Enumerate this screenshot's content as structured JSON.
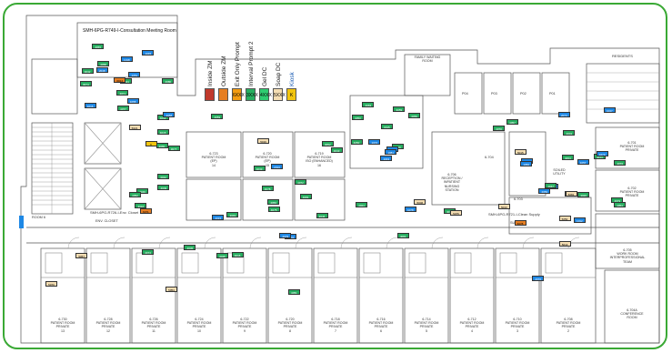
{
  "header": {
    "meeting_room_label": "SMH-6PG-R749-I-Consultation Meeting Room"
  },
  "legend": [
    {
      "code": "",
      "label": "Inside ZM",
      "color": "#c0392b"
    },
    {
      "code": "",
      "label": "Outside ZM",
      "color": "#e67e22"
    },
    {
      "code": "6XXX",
      "label": "Exit Only Prompt",
      "color": "#f39c12"
    },
    {
      "code": "3XXX",
      "label": "Interval Prompt 2",
      "color": "#27ae60"
    },
    {
      "code": "4XXX",
      "label": "Gel DC",
      "color": "#2ecc71"
    },
    {
      "code": "5XXX",
      "label": "Soap DC",
      "color": "#f5deb3"
    },
    {
      "code": "K",
      "label": "Kiosk",
      "color": "#f1c40f",
      "label_color": "#1f5fb4"
    }
  ],
  "area_labels": {
    "family_waiting_room": "FAMILY WAITING\nROOM",
    "residents": "RESIDENTS",
    "clean_supply": "SMH-6PG-R721-I-Clean Supply",
    "clean_supply_sub": "SUPPLY",
    "clean_closet": "SMH-6PG-R726-I-Env. Closet",
    "clean_closet_sub": "ENV. CLOSET",
    "stair_label": "ROOM 6",
    "nursing_station": "6-706\nRECEPTION /\nINPATIENT\nNURSING\nSTATION",
    "soiled_utility": "SOILED\nUTILITY",
    "work_room": "6-705\nWORK ROOM\nINTERPROFESSIONAL\nTEAM",
    "conference": "6-704A\nCONFERENCE\nROOM",
    "six_703": "6-703",
    "corridor_six_704": "6-704"
  },
  "rooms_top": [
    {
      "label": "6-723\nPATIENT ROOM\n(EP)\n14"
    },
    {
      "label": "6-720\nPATIENT ROOM\n(EP)\n15"
    },
    {
      "label": "6-719\nPATIENT ROOM\nISO (ENHANCED)\n16"
    }
  ],
  "rooms_bottom": [
    {
      "label": "6-730\nPATIENT ROOM\nPRIVATE\n13"
    },
    {
      "label": "6-728\nPATIENT ROOM\nPRIVATE\n12"
    },
    {
      "label": "6-726\nPATIENT ROOM\nPRIVATE\n11"
    },
    {
      "label": "6-724\nPATIENT ROOM\nPRIVATE\n10"
    },
    {
      "label": "6-722\nPATIENT ROOM\nPRIVATE\n9"
    },
    {
      "label": "6-720\nPATIENT ROOM\nPRIVATE\n8"
    },
    {
      "label": "6-718\nPATIENT ROOM\nPRIVATE\n7"
    },
    {
      "label": "6-716\nPATIENT ROOM\nPRIVATE\n6"
    },
    {
      "label": "6-714\nPATIENT ROOM\nPRIVATE\n5"
    },
    {
      "label": "6-712\nPATIENT ROOM\nPRIVATE\n4"
    },
    {
      "label": "6-710\nPATIENT ROOM\nPRIVATE\n3"
    },
    {
      "label": "6-708\nPATIENT ROOM\nPRIVATE\n2"
    }
  ],
  "rooms_right": [
    {
      "label": "6-701\nPATIENT ROOM\nPRIVATE"
    },
    {
      "label": "6-702\nPATIENT ROOM\nPRIVATE"
    }
  ],
  "elevator_labels": [
    "P04",
    "P03",
    "P02",
    "P01"
  ],
  "tags": [
    {
      "text": "3021",
      "color": "#27ae60"
    },
    {
      "text": "5021",
      "color": "#f5deb3"
    },
    {
      "text": "4033",
      "color": "#27ae60"
    },
    {
      "text": "4024",
      "color": "#27ae60"
    },
    {
      "text": "2026",
      "color": "#1e88e5"
    },
    {
      "text": "3026",
      "color": "#27ae60"
    },
    {
      "text": "4061",
      "color": "#27ae60"
    },
    {
      "text": "1018",
      "color": "#1e88e5"
    },
    {
      "text": "4062",
      "color": "#27ae60"
    },
    {
      "text": "2013",
      "color": "#1e88e5"
    },
    {
      "text": "4063",
      "color": "#27ae60"
    },
    {
      "text": "1012",
      "color": "#1e88e5"
    },
    {
      "text": "4064",
      "color": "#27ae60"
    },
    {
      "text": "5014",
      "color": "#f5deb3"
    },
    {
      "text": "6014",
      "color": "#e67e22"
    },
    {
      "text": "4015",
      "color": "#27ae60"
    },
    {
      "text": "2015",
      "color": "#1e88e5"
    },
    {
      "text": "3015",
      "color": "#27ae60"
    },
    {
      "text": "5015",
      "color": "#f5deb3"
    },
    {
      "text": "6015",
      "color": "#e67e22"
    },
    {
      "text": "4016",
      "color": "#27ae60"
    },
    {
      "text": "1016",
      "color": "#1e88e5"
    },
    {
      "text": "3016",
      "color": "#27ae60"
    },
    {
      "text": "5016",
      "color": "#f5deb3"
    },
    {
      "text": "4040",
      "color": "#27ae60"
    },
    {
      "text": "1040",
      "color": "#1e88e5"
    },
    {
      "text": "4041",
      "color": "#27ae60"
    },
    {
      "text": "2041",
      "color": "#1e88e5"
    },
    {
      "text": "4042",
      "color": "#27ae60"
    },
    {
      "text": "3042",
      "color": "#27ae60"
    },
    {
      "text": "4043",
      "color": "#27ae60"
    },
    {
      "text": "1043",
      "color": "#1e88e5"
    },
    {
      "text": "5043",
      "color": "#f5deb3"
    },
    {
      "text": "4044",
      "color": "#27ae60"
    },
    {
      "text": "4045",
      "color": "#27ae60"
    },
    {
      "text": "1045",
      "color": "#1e88e5"
    },
    {
      "text": "4046",
      "color": "#27ae60"
    },
    {
      "text": "3046",
      "color": "#27ae60"
    },
    {
      "text": "5046",
      "color": "#f5deb3"
    },
    {
      "text": "4047",
      "color": "#27ae60"
    },
    {
      "text": "1047",
      "color": "#1e88e5"
    },
    {
      "text": "4048",
      "color": "#27ae60"
    },
    {
      "text": "2048",
      "color": "#1e88e5"
    },
    {
      "text": "4049",
      "color": "#27ae60"
    },
    {
      "text": "3049",
      "color": "#27ae60"
    },
    {
      "text": "4050",
      "color": "#27ae60"
    },
    {
      "text": "1050",
      "color": "#1e88e5"
    },
    {
      "text": "5050",
      "color": "#f5deb3"
    },
    {
      "text": "4051",
      "color": "#27ae60"
    },
    {
      "text": "1051",
      "color": "#1e88e5"
    },
    {
      "text": "4052",
      "color": "#27ae60"
    },
    {
      "text": "3052",
      "color": "#27ae60"
    },
    {
      "text": "4053",
      "color": "#27ae60"
    },
    {
      "text": "2053",
      "color": "#1e88e5"
    },
    {
      "text": "4054",
      "color": "#27ae60"
    },
    {
      "text": "5054",
      "color": "#f5deb3"
    },
    {
      "text": "4055",
      "color": "#27ae60"
    },
    {
      "text": "1055",
      "color": "#1e88e5"
    },
    {
      "text": "4056",
      "color": "#27ae60"
    },
    {
      "text": "3056",
      "color": "#27ae60"
    },
    {
      "text": "4057",
      "color": "#27ae60"
    },
    {
      "text": "1057",
      "color": "#1e88e5"
    },
    {
      "text": "5057",
      "color": "#f5deb3"
    },
    {
      "text": "4058",
      "color": "#27ae60"
    },
    {
      "text": "2058",
      "color": "#1e88e5"
    },
    {
      "text": "4059",
      "color": "#27ae60"
    },
    {
      "text": "3059",
      "color": "#27ae60"
    },
    {
      "text": "4070",
      "color": "#27ae60"
    },
    {
      "text": "1070",
      "color": "#1e88e5"
    },
    {
      "text": "5070",
      "color": "#f5deb3"
    },
    {
      "text": "4071",
      "color": "#27ae60"
    },
    {
      "text": "6071",
      "color": "#e67e22"
    },
    {
      "text": "4072",
      "color": "#27ae60"
    },
    {
      "text": "1072",
      "color": "#1e88e5"
    },
    {
      "text": "4073",
      "color": "#27ae60"
    },
    {
      "text": "2073",
      "color": "#1e88e5"
    },
    {
      "text": "4074",
      "color": "#27ae60"
    },
    {
      "text": "3074",
      "color": "#27ae60"
    },
    {
      "text": "K",
      "color": "#f1c40f"
    },
    {
      "text": "4075",
      "color": "#27ae60"
    },
    {
      "text": "1075",
      "color": "#1e88e5"
    },
    {
      "text": "5075",
      "color": "#f5deb3"
    },
    {
      "text": "4076",
      "color": "#27ae60"
    },
    {
      "text": "2076",
      "color": "#1e88e5"
    },
    {
      "text": "4077",
      "color": "#27ae60"
    },
    {
      "text": "3077",
      "color": "#27ae60"
    },
    {
      "text": "4078",
      "color": "#27ae60"
    },
    {
      "text": "1078",
      "color": "#1e88e5"
    },
    {
      "text": "6078",
      "color": "#e67e22"
    },
    {
      "text": "4079",
      "color": "#27ae60"
    },
    {
      "text": "2079",
      "color": "#1e88e5"
    },
    {
      "text": "4080",
      "color": "#27ae60"
    },
    {
      "text": "3080",
      "color": "#27ae60"
    },
    {
      "text": "4081",
      "color": "#27ae60"
    },
    {
      "text": "1081",
      "color": "#1e88e5"
    },
    {
      "text": "5081",
      "color": "#f5deb3"
    }
  ]
}
